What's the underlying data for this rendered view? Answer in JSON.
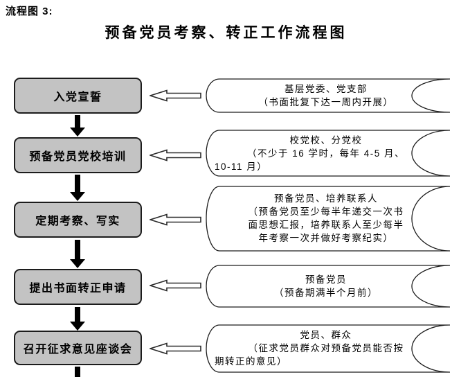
{
  "header": {
    "figure_label": "流程图 3:",
    "title": "预备党员考察、转正工作流程图"
  },
  "colors": {
    "step_box_fill": "#c3c3c3",
    "outline": "#1c1c1c",
    "note_fill": "#ffffff",
    "flow_arrow": "#000000"
  },
  "icons": {
    "down_arrow": "solid black downward flow arrow",
    "left_arrow": "hollow white left-pointing link arrow"
  },
  "rows": [
    {
      "step": "入党宣誓",
      "note": {
        "lines": [
          "基层党委、党支部",
          "（书面批复下达一周内开展）"
        ]
      }
    },
    {
      "step": "预备党员党校培训",
      "note": {
        "lines": [
          "校党校、分党校",
          "（不少于 16 学时，每年 4-5 月、",
          "10-11 月）"
        ]
      }
    },
    {
      "step": "定期考察、写实",
      "note": {
        "lines": [
          "预备党员、培养联系人",
          "（预备党员至少每半年递交一次书",
          "面思想汇报，培养联系人至少每半",
          "年考察一次并做好考察纪实）"
        ]
      }
    },
    {
      "step": "提出书面转正申请",
      "note": {
        "lines": [
          "预备党员",
          "（预备期满半个月前）"
        ]
      }
    },
    {
      "step": "召开征求意见座谈会",
      "note": {
        "lines": [
          "党员、群众",
          "（征求党员群众对预备党员能否按",
          "期转正的意见）"
        ]
      }
    }
  ]
}
